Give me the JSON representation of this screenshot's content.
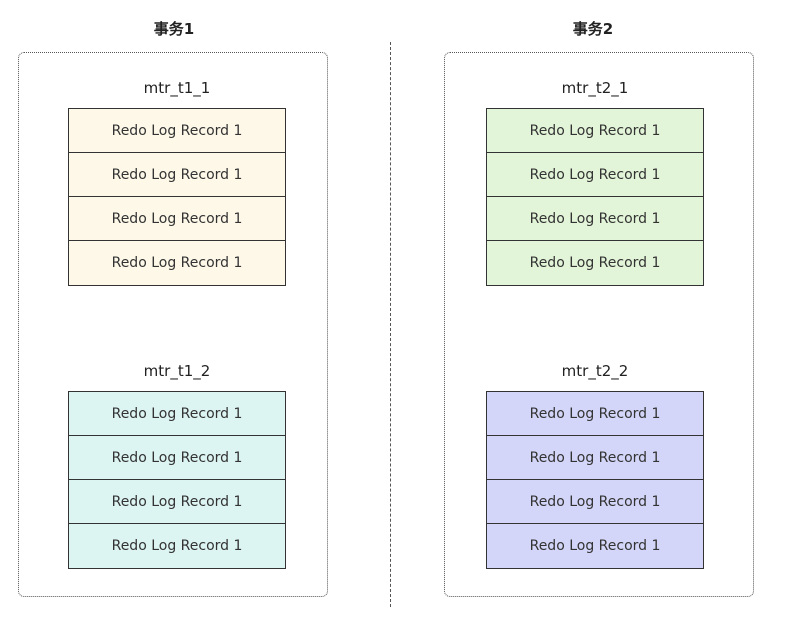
{
  "transactions": [
    {
      "title": "事务1",
      "mtrs": [
        {
          "label": "mtr_t1_1",
          "color": "#fdf8e8",
          "records": [
            "Redo Log Record 1",
            "Redo Log Record 1",
            "Redo Log Record 1",
            "Redo Log Record 1"
          ]
        },
        {
          "label": "mtr_t1_2",
          "color": "#dcf4f2",
          "records": [
            "Redo Log Record 1",
            "Redo Log Record 1",
            "Redo Log Record 1",
            "Redo Log Record 1"
          ]
        }
      ]
    },
    {
      "title": "事务2",
      "mtrs": [
        {
          "label": "mtr_t2_1",
          "color": "#e3f5d8",
          "records": [
            "Redo Log Record 1",
            "Redo Log Record 1",
            "Redo Log Record 1",
            "Redo Log Record 1"
          ]
        },
        {
          "label": "mtr_t2_2",
          "color": "#d3d6f8",
          "records": [
            "Redo Log Record 1",
            "Redo Log Record 1",
            "Redo Log Record 1",
            "Redo Log Record 1"
          ]
        }
      ]
    }
  ]
}
